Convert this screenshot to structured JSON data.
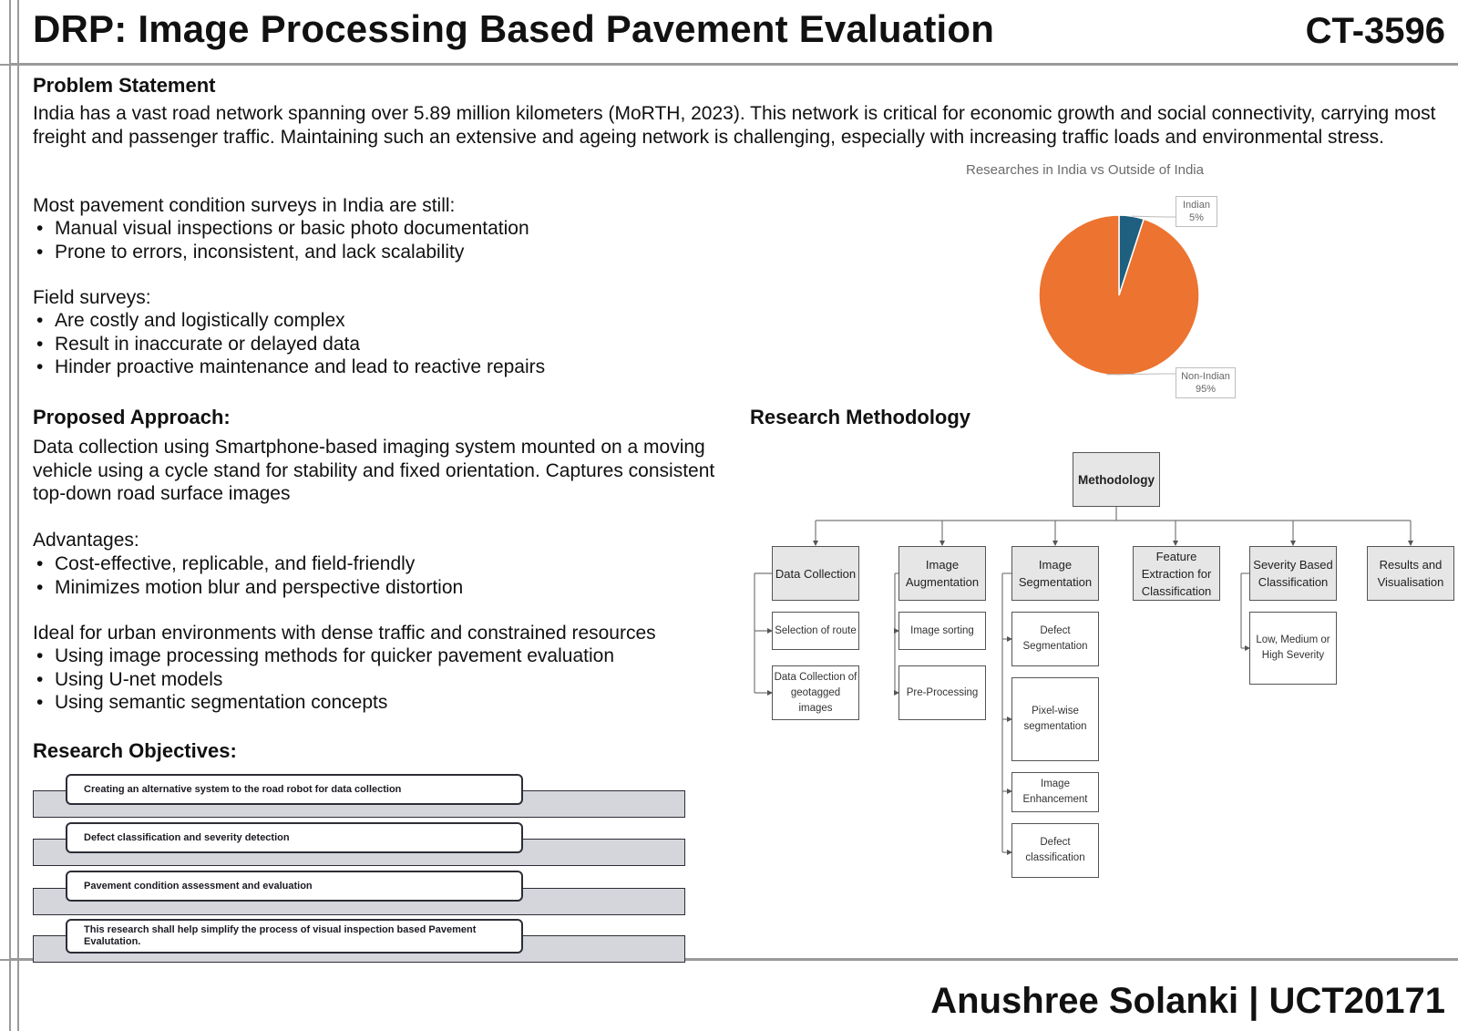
{
  "header": {
    "title": "DRP: Image Processing Based Pavement Evaluation",
    "code": "CT-3596"
  },
  "problem": {
    "heading": "Problem Statement",
    "intro": "India has a vast road network spanning over 5.89 million kilometers (MoRTH, 2023). This network is critical for economic growth and social connectivity, carrying most freight and passenger traffic. Maintaining such an extensive and ageing network is challenging, especially with increasing traffic loads and environmental stress.",
    "surveys_lead": "Most pavement condition surveys in India are still:",
    "surveys_points": [
      "Manual visual inspections or basic photo documentation",
      "Prone to errors, inconsistent, and lack scalability"
    ],
    "field_lead": "Field surveys:",
    "field_points": [
      "Are costly and logistically complex",
      "Result in inaccurate or delayed data",
      "Hinder proactive maintenance and lead to reactive repairs"
    ]
  },
  "approach": {
    "heading": "Proposed Approach:",
    "text": "Data collection using Smartphone-based imaging system mounted on a moving vehicle using a cycle stand for stability and fixed orientation. Captures consistent top-down road surface images",
    "adv_lead": "Advantages:",
    "adv_points": [
      "Cost-effective, replicable, and field-friendly",
      "Minimizes motion blur and perspective distortion"
    ],
    "ideal_lead": "Ideal for urban environments with dense traffic and constrained resources",
    "ideal_points": [
      "Using image processing methods for quicker pavement evaluation",
      "Using U-net models",
      "Using semantic segmentation concepts"
    ]
  },
  "objectives": {
    "heading": "Research Objectives:",
    "items": [
      "Creating an alternative system to the road robot for data collection",
      "Defect classification and severity detection",
      "Pavement condition assessment and evaluation",
      "This research shall help simplify the process of visual inspection based Pavement Evalutation."
    ]
  },
  "chart_data": {
    "type": "pie",
    "title": "Researches in India vs Outside of India",
    "categories": [
      "Indian",
      "Non-Indian"
    ],
    "values": [
      5,
      95
    ],
    "labels": [
      "5%",
      "95%"
    ],
    "colors": [
      "#1f5f7f",
      "#ec7330"
    ]
  },
  "methodology": {
    "heading": "Research Methodology",
    "root": "Methodology",
    "columns": [
      {
        "label": "Data Collection",
        "children": [
          "Selection of route",
          "Data Collection of geotagged images"
        ]
      },
      {
        "label": "Image Augmentation",
        "children": [
          "Image sorting",
          "Pre-Processing"
        ]
      },
      {
        "label": "Image Segmentation",
        "children": [
          "Defect Segmentation",
          "Pixel-wise segmentation",
          "Image Enhancement",
          "Defect classification"
        ]
      },
      {
        "label": "Feature Extraction for Classification",
        "children": []
      },
      {
        "label": "Severity Based Classification",
        "children": [
          "Low, Medium or High Severity"
        ]
      },
      {
        "label": "Results and Visualisation",
        "children": []
      }
    ]
  },
  "footer": {
    "author": "Anushree Solanki | UCT20171"
  }
}
